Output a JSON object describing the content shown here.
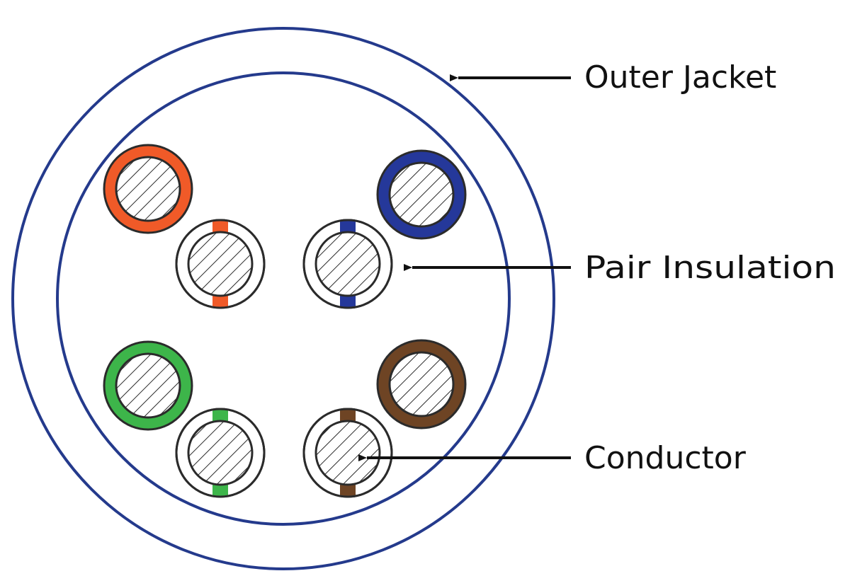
{
  "labels": {
    "outer_jacket": "Outer Jacket",
    "pair_insulation": "Pair Insulation",
    "conductor": "Conductor"
  },
  "colors": {
    "jacket": "#243a8c",
    "orange": "#f05a28",
    "blue": "#25389a",
    "green": "#3db54a",
    "brown": "#6e4424",
    "outline": "#2b2b2b"
  },
  "pairs": [
    {
      "name": "orange",
      "color_key": "orange"
    },
    {
      "name": "blue",
      "color_key": "blue"
    },
    {
      "name": "green",
      "color_key": "green"
    },
    {
      "name": "brown",
      "color_key": "brown"
    }
  ]
}
